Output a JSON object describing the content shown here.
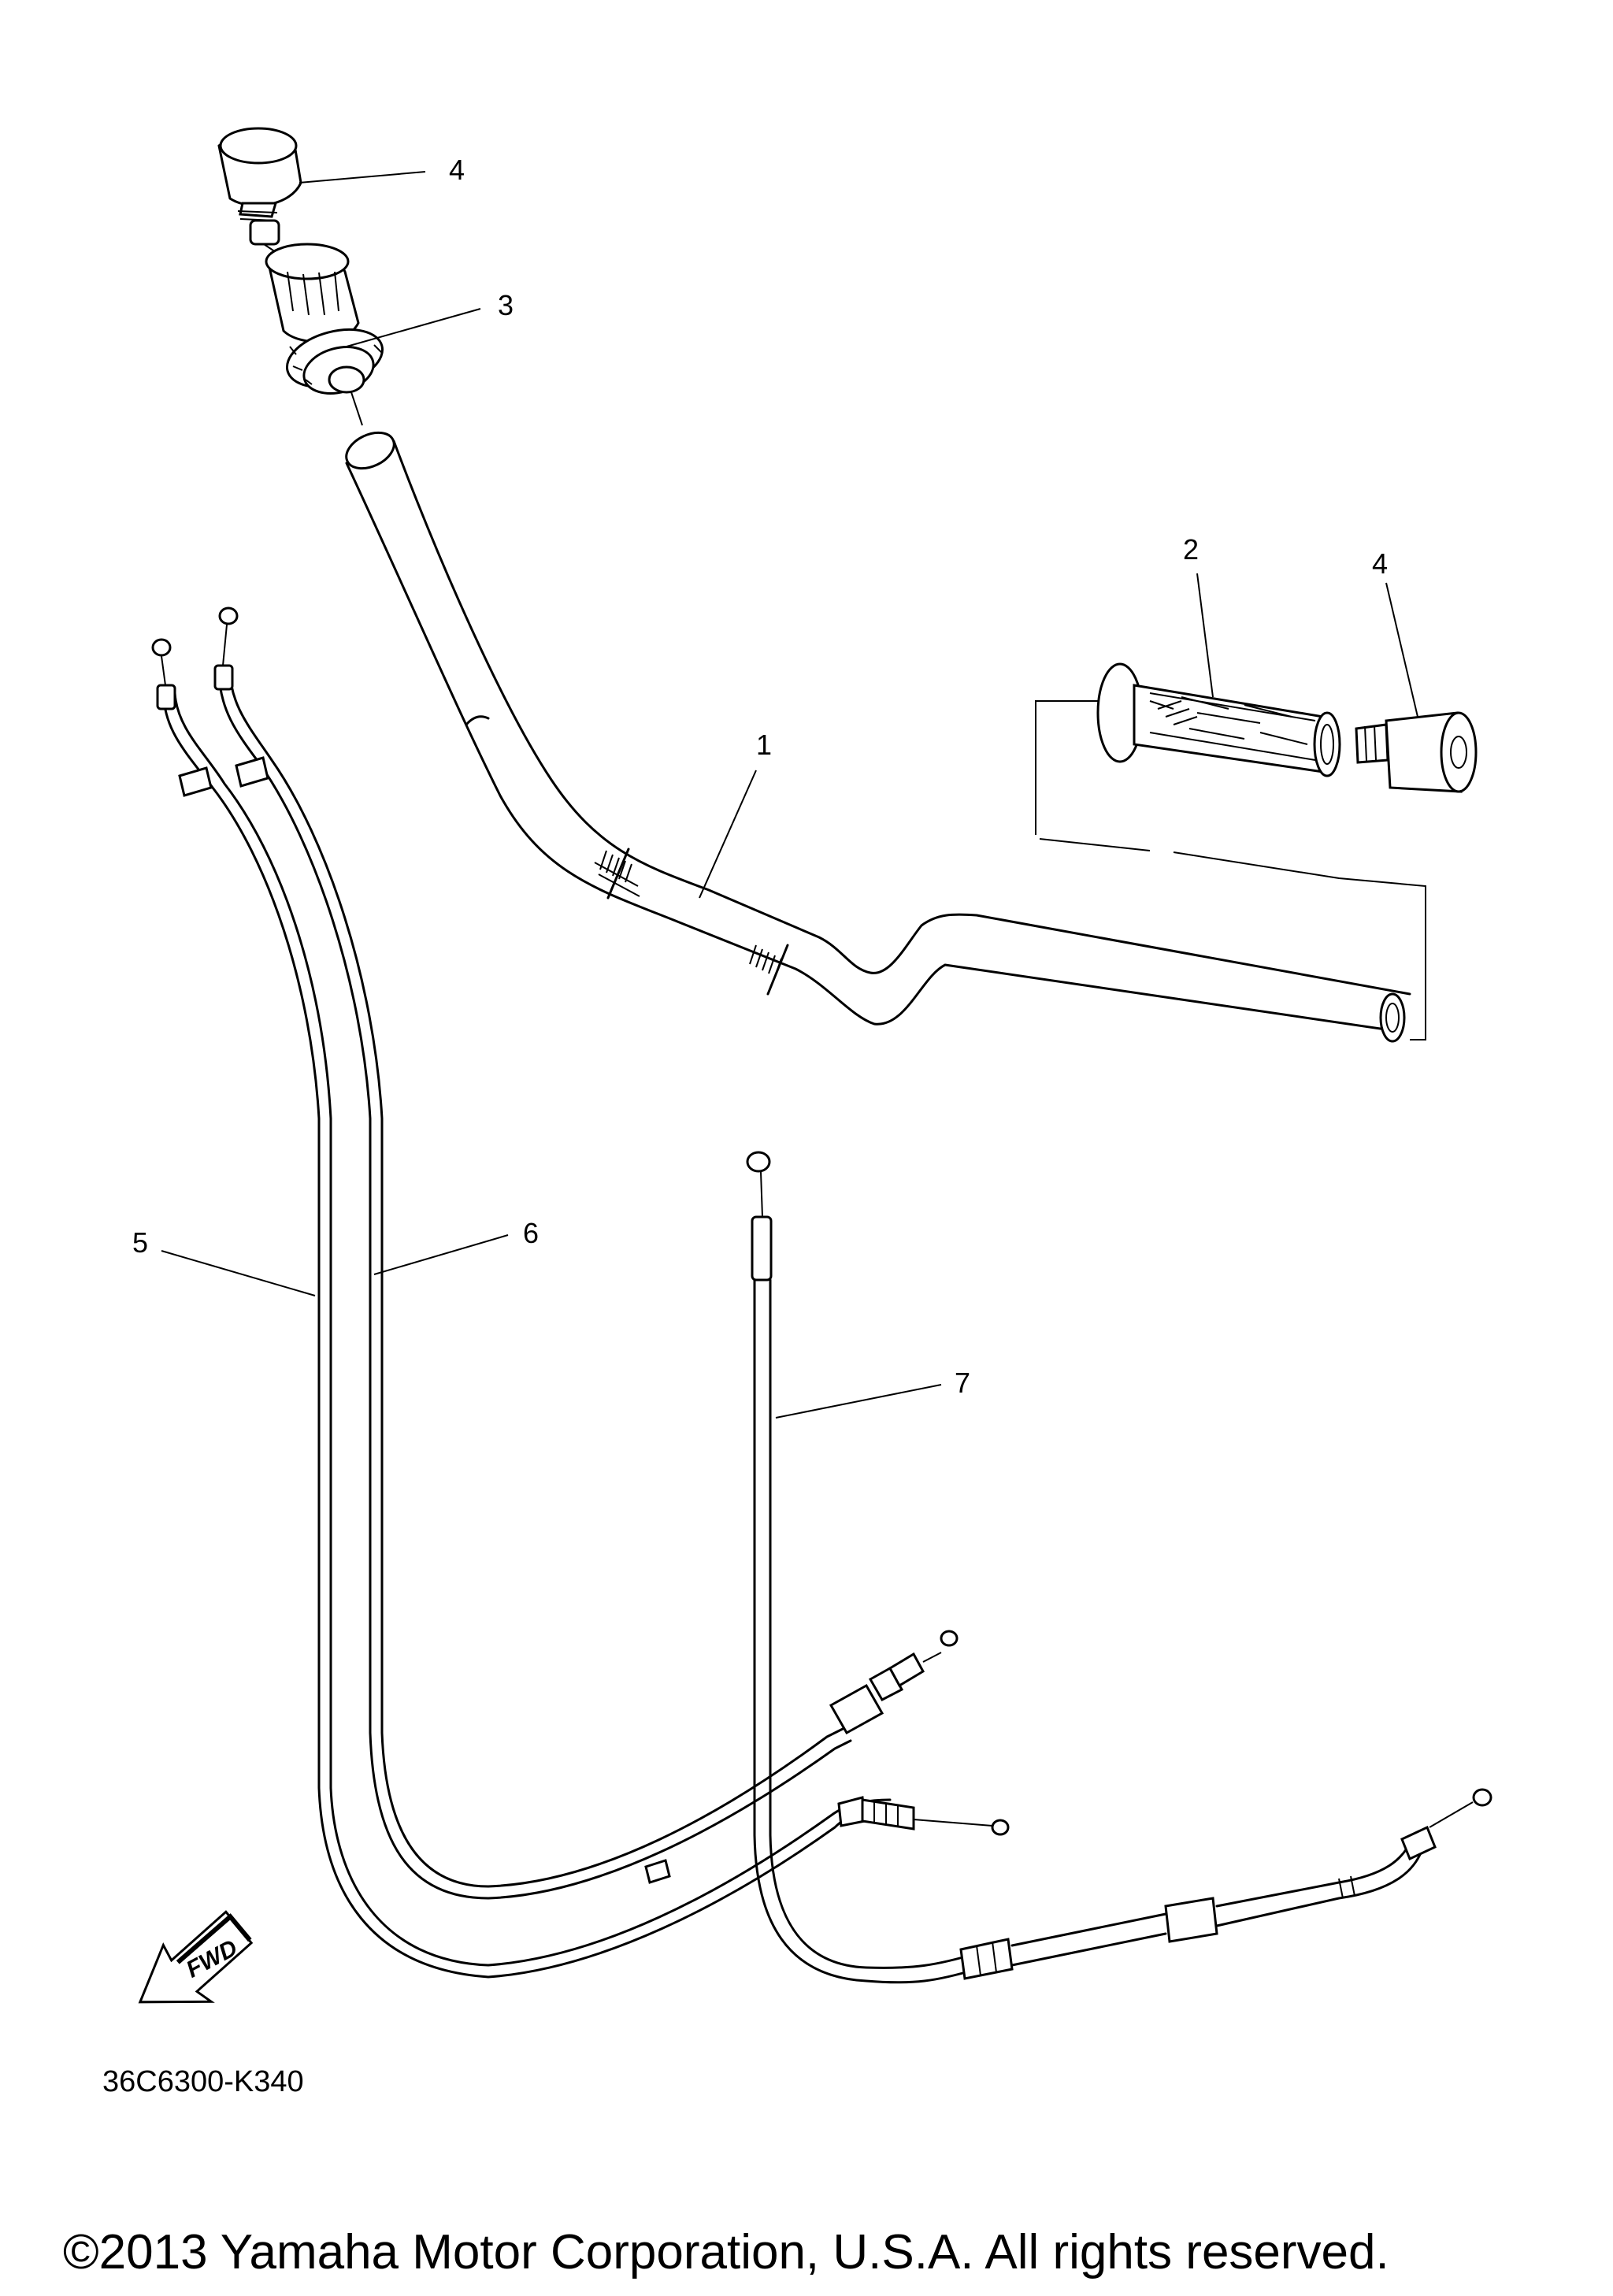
{
  "diagram": {
    "callouts": [
      {
        "id": "callout-1",
        "text": "1"
      },
      {
        "id": "callout-2",
        "text": "2"
      },
      {
        "id": "callout-3",
        "text": "3"
      },
      {
        "id": "callout-4-top",
        "text": "4"
      },
      {
        "id": "callout-4-right",
        "text": "4"
      },
      {
        "id": "callout-5",
        "text": "5"
      },
      {
        "id": "callout-6",
        "text": "6"
      },
      {
        "id": "callout-7",
        "text": "7"
      }
    ],
    "fwd_arrow_text": "FWD",
    "diagram_code": "36C6300-K340",
    "copyright": "©2013 Yamaha Motor Corporation, U.S.A. All rights reserved."
  }
}
